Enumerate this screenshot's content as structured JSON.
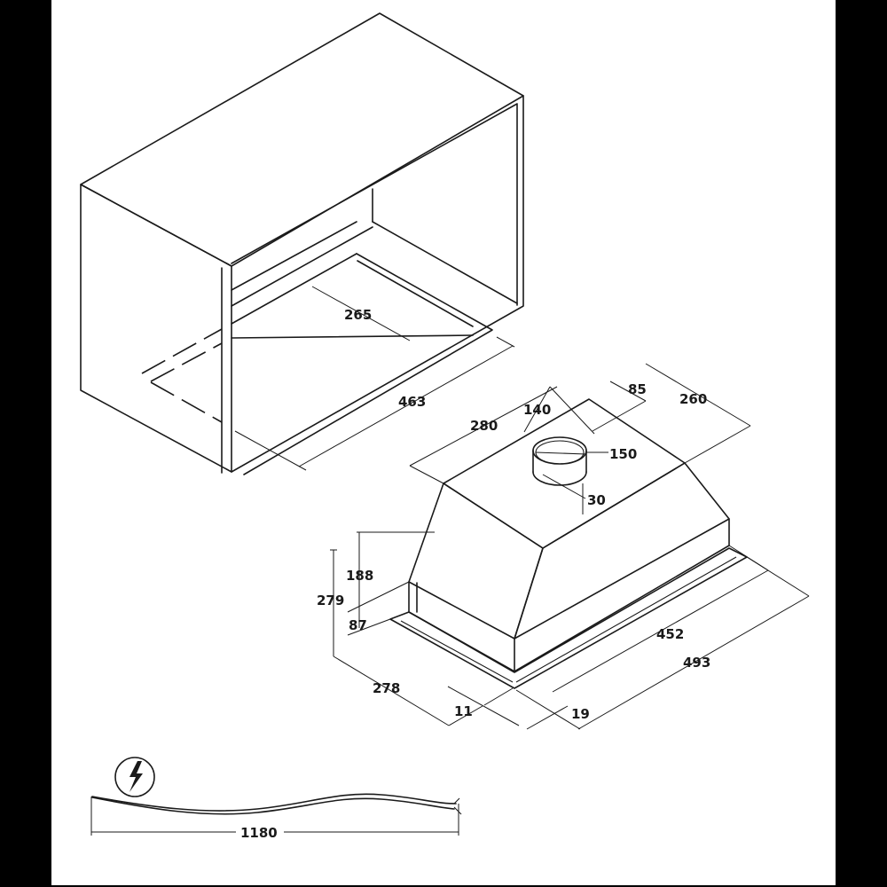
{
  "dimensions": {
    "d265": "265",
    "d463": "463",
    "d140": "140",
    "d85": "85",
    "d260": "260",
    "d280": "280",
    "d150": "150",
    "d30": "30",
    "d188": "188",
    "d279": "279",
    "d87": "87",
    "d452": "452",
    "d493": "493",
    "d278": "278",
    "d11": "11",
    "d19": "19",
    "d1180": "1180"
  },
  "icons": {
    "electric": "lightning-bolt-icon"
  },
  "colors": {
    "background": "#000000",
    "sheet": "#ffffff",
    "ink": "#1a1a1a"
  }
}
